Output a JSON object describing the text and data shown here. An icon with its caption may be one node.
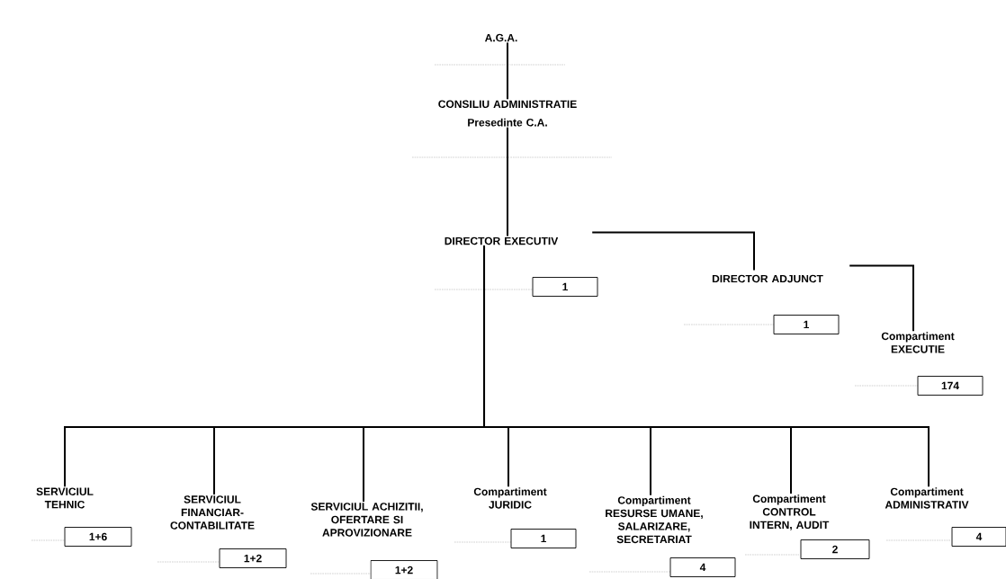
{
  "diagram": {
    "nodes": [
      {
        "text": [
          "A.G.A."
        ]
      },
      {
        "text": [
          "CONSILIU ADMINISTRATIE",
          "Presedinte C.A."
        ]
      },
      {
        "text": [
          "DIRECTOR EXECUTIV"
        ]
      },
      {
        "text": [
          "DIRECTOR ADJUNCT"
        ]
      },
      {
        "text": [
          "1"
        ]
      },
      {
        "text": [
          "1"
        ]
      },
      {
        "text": [
          "Compartiment EXECUTIE"
        ]
      },
      {
        "text": [
          "174"
        ]
      },
      {
        "text": [
          "SERVICIUL TEHNIC"
        ]
      },
      {
        "text": [
          "SERVICIUL FINANCIAR-CONTABILITATE"
        ]
      },
      {
        "text": [
          "SERVICIUL ACHIZITII, OFERTARE SI APROVIZIONARE"
        ]
      },
      {
        "text": [
          "Compartiment JURIDIC"
        ]
      },
      {
        "text": [
          "Compartiment RESURSE UMANE, SALARIZARE, SECRETARIAT"
        ]
      },
      {
        "text": [
          "Compartiment CONTROL INTERN, AUDIT"
        ]
      },
      {
        "text": [
          "Compartiment ADMINISTRATIV"
        ]
      },
      {
        "text": [
          "1+6"
        ]
      },
      {
        "text": [
          "1+2"
        ]
      },
      {
        "text": [
          "1+2"
        ]
      },
      {
        "text": [
          "1"
        ]
      },
      {
        "text": [
          "4"
        ]
      },
      {
        "text": [
          "2"
        ]
      },
      {
        "text": [
          "4"
        ]
      }
    ],
    "edges": [
      {
        "from": 0,
        "to": 1,
        "arrow": "none"
      },
      {
        "from": 1,
        "to": 2,
        "arrow": "none"
      },
      {
        "from": 2,
        "to": 3,
        "arrow": "none"
      },
      {
        "from": 3,
        "to": 6,
        "arrow": "none"
      },
      {
        "from": 2,
        "to": 8,
        "arrow": "none"
      },
      {
        "from": 2,
        "to": 9,
        "arrow": "none"
      },
      {
        "from": 2,
        "to": 10,
        "arrow": "none"
      },
      {
        "from": 2,
        "to": 11,
        "arrow": "none"
      },
      {
        "from": 2,
        "to": 12,
        "arrow": "none"
      },
      {
        "from": 2,
        "to": 13,
        "arrow": "none"
      },
      {
        "from": 2,
        "to": 14,
        "arrow": "none"
      }
    ]
  }
}
